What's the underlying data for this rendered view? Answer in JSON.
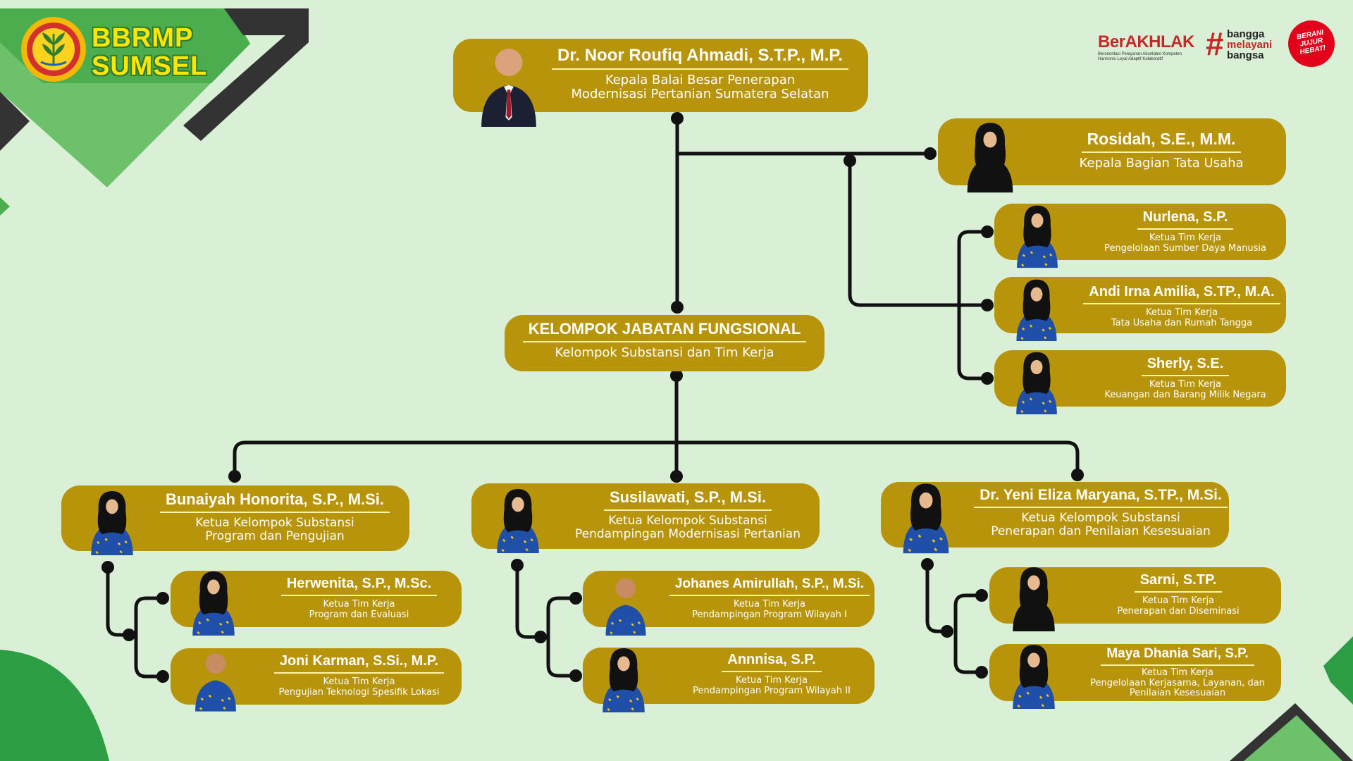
{
  "logo": {
    "line1": "BBRMP",
    "line2": "SUMSEL"
  },
  "brands": {
    "berakhlak": "BerAKHLAK",
    "berakhlak_sub1": "Berorientasi Pelayanan Akuntabel Kompeten",
    "berakhlak_sub2": "Harmonis Loyal Adaptif Kolaboratif",
    "bangga_hash": "#",
    "bangga1": "bangga",
    "bangga2": "melayani",
    "bangga3": "bangsa",
    "berani1": "BERANI",
    "berani2": "JUJUR",
    "berani3": "HEBAT!"
  },
  "colors": {
    "background": "#d9f0d6",
    "card": "#b8940a",
    "connector": "#111111",
    "green_light": "#6cc16a",
    "green_dark": "#2e9e45",
    "dark_stripe": "#333333"
  },
  "head": {
    "name": "Dr. Noor Roufiq Ahmadi, S.T.P., M.P.",
    "role": [
      "Kepala Balai Besar Penerapan",
      "Modernisasi Pertanian Sumatera Selatan"
    ]
  },
  "tu": {
    "name": "Rosidah, S.E., M.M.",
    "role": [
      "Kepala Bagian Tata Usaha"
    ]
  },
  "tu_teams": [
    {
      "name": "Nurlena, S.P.",
      "role": [
        "Ketua Tim Kerja",
        "Pengelolaan Sumber Daya Manusia"
      ]
    },
    {
      "name": "Andi Irna Amilia, S.TP., M.A.",
      "role": [
        "Ketua Tim Kerja",
        "Tata Usaha dan Rumah Tangga"
      ]
    },
    {
      "name": "Sherly, S.E.",
      "role": [
        "Ketua Tim Kerja",
        "Keuangan dan Barang Milik Negara"
      ]
    }
  ],
  "functional": {
    "name": "KELOMPOK JABATAN FUNGSIONAL",
    "role": [
      "Kelompok Substansi dan Tim Kerja"
    ]
  },
  "groups": [
    {
      "name": "Bunaiyah Honorita, S.P., M.Si.",
      "role": [
        "Ketua Kelompok Substansi",
        "Program dan Pengujian"
      ],
      "teams": [
        {
          "name": "Herwenita, S.P., M.Sc.",
          "role": [
            "Ketua Tim Kerja",
            "Program dan Evaluasi"
          ]
        },
        {
          "name": "Joni Karman, S.Si., M.P.",
          "role": [
            "Ketua Tim Kerja",
            "Pengujian Teknologi Spesifik Lokasi"
          ]
        }
      ]
    },
    {
      "name": "Susilawati, S.P., M.Si.",
      "role": [
        "Ketua Kelompok Substansi",
        "Pendampingan Modernisasi Pertanian"
      ],
      "teams": [
        {
          "name": "Johanes Amirullah, S.P., M.Si.",
          "role": [
            "Ketua Tim Kerja",
            "Pendampingan Program Wilayah I"
          ]
        },
        {
          "name": "Annnisa, S.P.",
          "role": [
            "Ketua Tim Kerja",
            "Pendampingan Program Wilayah II"
          ]
        }
      ]
    },
    {
      "name": "Dr. Yeni Eliza Maryana, S.TP., M.Si.",
      "role": [
        "Ketua Kelompok Substansi",
        "Penerapan dan Penilaian Kesesuaian"
      ],
      "teams": [
        {
          "name": "Sarni, S.TP.",
          "role": [
            "Ketua Tim Kerja",
            "Penerapan dan Diseminasi"
          ]
        },
        {
          "name": "Maya Dhania Sari, S.P.",
          "role": [
            "Ketua Tim Kerja",
            "Pengelolaan Kerjasama, Layanan, dan",
            "Penilaian Kesesuaian"
          ]
        }
      ]
    }
  ]
}
